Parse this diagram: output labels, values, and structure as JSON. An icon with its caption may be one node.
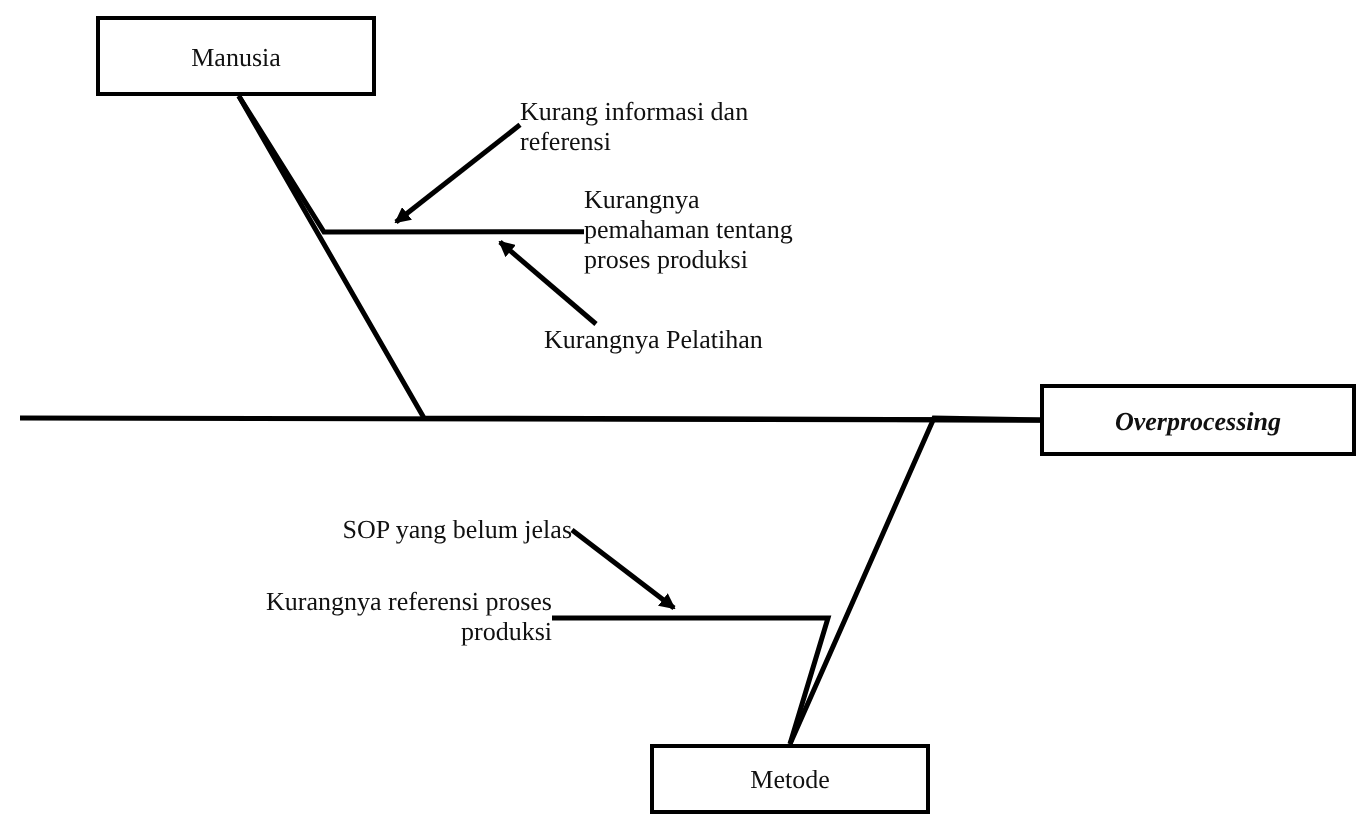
{
  "diagram": {
    "nodes": [
      {
        "text": [
          "Manusia"
        ]
      },
      {
        "text": [
          "Overprocessing"
        ]
      },
      {
        "text": [
          "Metode"
        ]
      },
      {
        "text": [
          "Kurang informasi dan referensi"
        ]
      },
      {
        "text": [
          "Kurangnya pemahaman tentang proses produksi"
        ]
      },
      {
        "text": [
          "Kurangnya Pelatihan"
        ]
      },
      {
        "text": [
          "SOP yang belum jelas"
        ]
      },
      {
        "text": [
          "Kurangnya referensi proses produksi"
        ]
      }
    ],
    "edges": [
      {
        "from": null,
        "to": 1,
        "arrow": "none"
      },
      {
        "from": 0,
        "to": 1,
        "arrow": "none"
      },
      {
        "from": 2,
        "to": 1,
        "arrow": "none"
      },
      {
        "from": 4,
        "to": 0,
        "arrow": "none"
      },
      {
        "from": 7,
        "to": 2,
        "arrow": "none"
      },
      {
        "from": 3,
        "to": null,
        "arrow": "to"
      },
      {
        "from": 5,
        "to": null,
        "arrow": "to"
      },
      {
        "from": 6,
        "to": null,
        "arrow": "to"
      }
    ]
  }
}
